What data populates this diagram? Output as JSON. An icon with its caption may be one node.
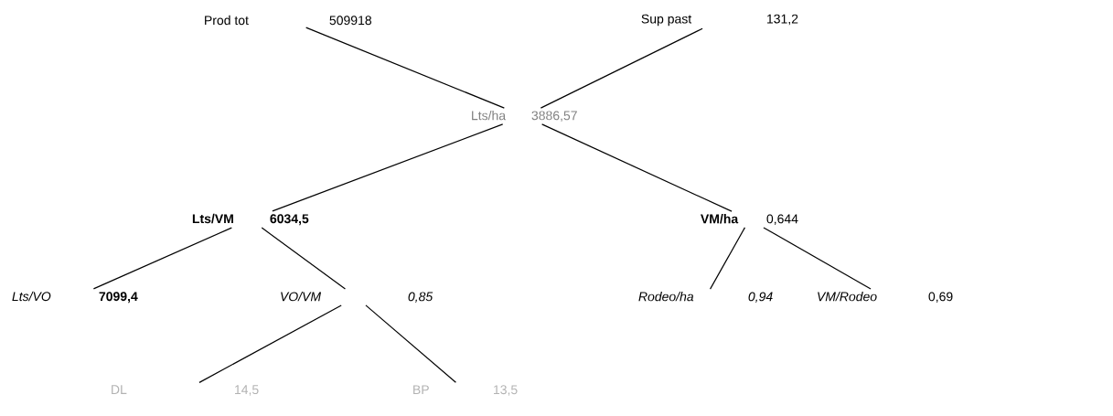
{
  "diagram": {
    "nodes": [
      {
        "text": [
          "Prod tot",
          "509918"
        ]
      },
      {
        "text": [
          "Sup past",
          "131,2"
        ]
      },
      {
        "text": [
          "Lts/ha",
          "3886,57"
        ]
      },
      {
        "text": [
          "Lts/VM",
          "6034,5"
        ]
      },
      {
        "text": [
          "VM/ha",
          "0,644"
        ]
      },
      {
        "text": [
          "Lts/VO",
          "7099,4"
        ]
      },
      {
        "text": [
          "VO/VM",
          "0,85"
        ]
      },
      {
        "text": [
          "Rodeo/ha",
          "0,94"
        ]
      },
      {
        "text": [
          "VM/Rodeo",
          "0,69"
        ]
      },
      {
        "text": [
          "DL",
          "14,5"
        ]
      },
      {
        "text": [
          "BP",
          "13,5"
        ]
      }
    ],
    "edges": [
      {
        "from": 0,
        "to": 2,
        "arrow": "none"
      },
      {
        "from": 1,
        "to": 2,
        "arrow": "none"
      },
      {
        "from": 2,
        "to": 3,
        "arrow": "none"
      },
      {
        "from": 2,
        "to": 4,
        "arrow": "none"
      },
      {
        "from": 3,
        "to": 5,
        "arrow": "none"
      },
      {
        "from": 3,
        "to": 6,
        "arrow": "none"
      },
      {
        "from": 4,
        "to": 7,
        "arrow": "none"
      },
      {
        "from": 4,
        "to": 8,
        "arrow": "none"
      },
      {
        "from": 6,
        "to": 9,
        "arrow": "none"
      },
      {
        "from": 6,
        "to": 10,
        "arrow": "none"
      }
    ]
  }
}
